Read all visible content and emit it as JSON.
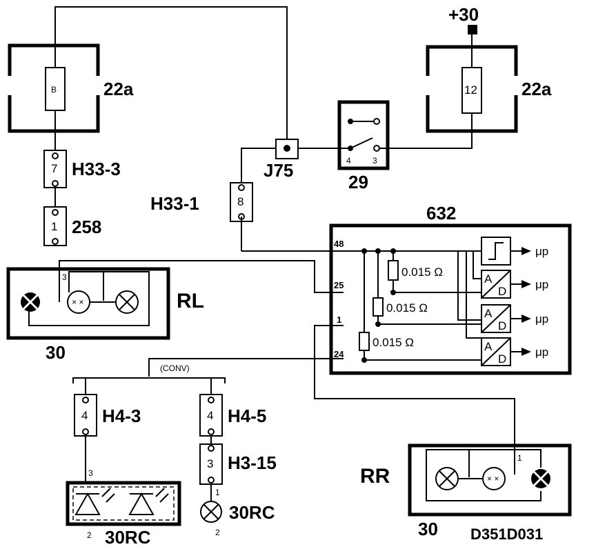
{
  "labels": {
    "plus30": "+30",
    "fuse_left_letter": "B",
    "fuse_left_box": "22a",
    "fuse_right_num": "12",
    "fuse_right_box": "22a",
    "conn_h33_3": "H33-3",
    "conn_h33_3_pin": "7",
    "conn_258": "258",
    "conn_258_pin": "1",
    "conn_h33_1": "H33-1",
    "conn_h33_1_pin": "8",
    "junction_j75": "J75",
    "switch_29": "29",
    "switch_pin4": "4",
    "switch_pin3": "3",
    "module_632": "632",
    "pin48": "48",
    "pin25": "25",
    "pin1": "1",
    "pin24": "24",
    "res1": "0.015 Ω",
    "res2": "0.015 Ω",
    "res3": "0.015 Ω",
    "up1": "μp",
    "up2": "μp",
    "up3": "μp",
    "up4": "μp",
    "adc_a": "A",
    "adc_d": "D",
    "rl_label": "RL",
    "rl_pin": "3",
    "lamp_left_num": "30",
    "conv": "(CONV)",
    "h4_3": "H4-3",
    "h4_3_pin": "4",
    "h4_5": "H4-5",
    "h4_5_pin": "4",
    "h3_15": "H3-15",
    "h3_15_pin": "3",
    "pin3_bulb": "3",
    "pin2_bulb": "2",
    "rc_left": "30RC",
    "pin1_rc": "1",
    "pin2_rc": "2",
    "rc_right": "30RC",
    "rr_label": "RR",
    "rr_pin": "1",
    "lamp_right_num": "30",
    "diagram_id": "D351D031"
  }
}
